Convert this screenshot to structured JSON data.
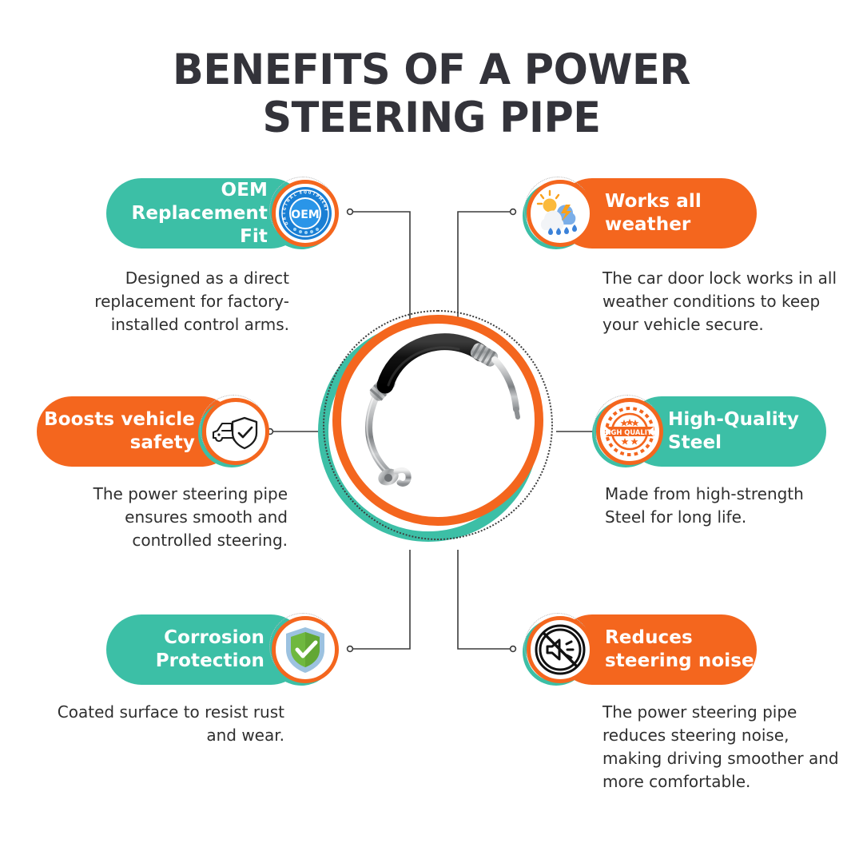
{
  "header": {
    "title": "BENEFITS OF A POWER STEERING PIPE"
  },
  "colors": {
    "teal": "#3CBFA6",
    "orange": "#F4661E",
    "title_text": "#33333A",
    "body_text": "#2F2F2F",
    "pill_text": "#FFFFFF",
    "background": "#FFFFFF",
    "connector_line": "#3C3C3C"
  },
  "center": {
    "image_name": "power-steering-pipe-photo",
    "alt": "Power steering pipe with black rubber hose and chrome fittings"
  },
  "items": [
    {
      "id": "oem-replacement-fit",
      "label": "OEM\nReplacement Fit",
      "description": "Designed as a direct\nreplacement for factory-\ninstalled control arms.",
      "pill_color": "#3CBFA6",
      "icon": "oem-seal-icon",
      "position": "top-left"
    },
    {
      "id": "works-all-weather",
      "label": "Works all\nweather",
      "description": "The car door lock works in all\nweather conditions to keep\nyour vehicle secure.",
      "pill_color": "#F4661E",
      "icon": "weather-sun-cloud-rain-icon",
      "position": "top-right"
    },
    {
      "id": "boosts-vehicle-safety",
      "label": "Boosts vehicle\nsafety",
      "description": "The power steering pipe\nensures smooth and\ncontrolled steering.",
      "pill_color": "#F4661E",
      "icon": "car-shield-check-icon",
      "position": "middle-left"
    },
    {
      "id": "high-quality-steel",
      "label": "High-Quality\nSteel",
      "description": "Made from high-strength\nSteel for long life.",
      "pill_color": "#3CBFA6",
      "icon": "high-quality-badge-icon",
      "badge_text": "HIGH QUALITY",
      "position": "middle-right"
    },
    {
      "id": "corrosion-protection",
      "label": "Corrosion\nProtection",
      "description": "Coated surface to resist rust\nand wear.",
      "pill_color": "#3CBFA6",
      "icon": "green-shield-check-icon",
      "position": "bottom-left"
    },
    {
      "id": "reduces-steering-noise",
      "label": "Reduces\nsteering noise",
      "description": "The power steering pipe\nreduces steering noise,\nmaking driving smoother and\nmore comfortable.",
      "pill_color": "#F4661E",
      "icon": "mute-speaker-icon",
      "position": "bottom-right"
    }
  ]
}
